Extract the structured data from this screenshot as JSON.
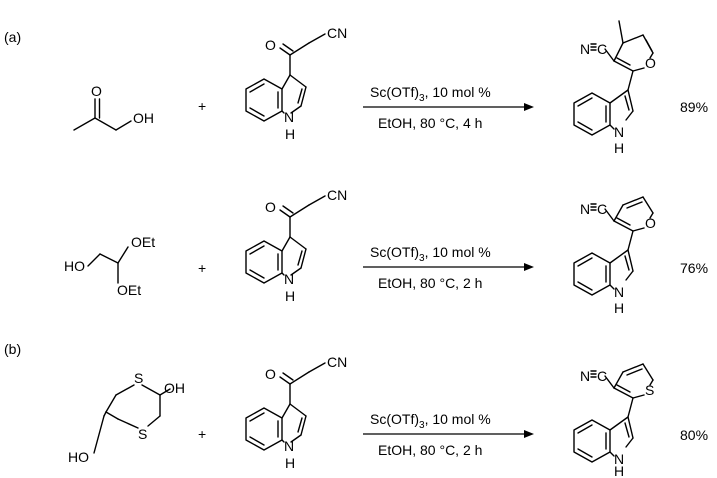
{
  "sections": [
    {
      "label": "(a)"
    },
    {
      "label": "(b)"
    }
  ],
  "atoms": {
    "O": "O",
    "OH": "OH",
    "HO": "HO",
    "OEt": "OEt",
    "CN": "CN",
    "NC": "N≡C",
    "NC_text": "N",
    "C_text": "C",
    "H": "H",
    "N": "N",
    "S": "S"
  },
  "plus": "+",
  "reactions": [
    {
      "catalyst": "Sc(OTf)",
      "catalyst_sub": "3",
      "catalyst_tail": ", 10 mol %",
      "conditions": "EtOH, 80 °C, 4 h",
      "yield": "89%"
    },
    {
      "catalyst": "Sc(OTf)",
      "catalyst_sub": "3",
      "catalyst_tail": ", 10 mol %",
      "conditions": "EtOH, 80 °C, 2 h",
      "yield": "76%"
    },
    {
      "catalyst": "Sc(OTf)",
      "catalyst_sub": "3",
      "catalyst_tail": ", 10 mol %",
      "conditions": "EtOH, 80 °C, 2 h",
      "yield": "80%"
    }
  ]
}
